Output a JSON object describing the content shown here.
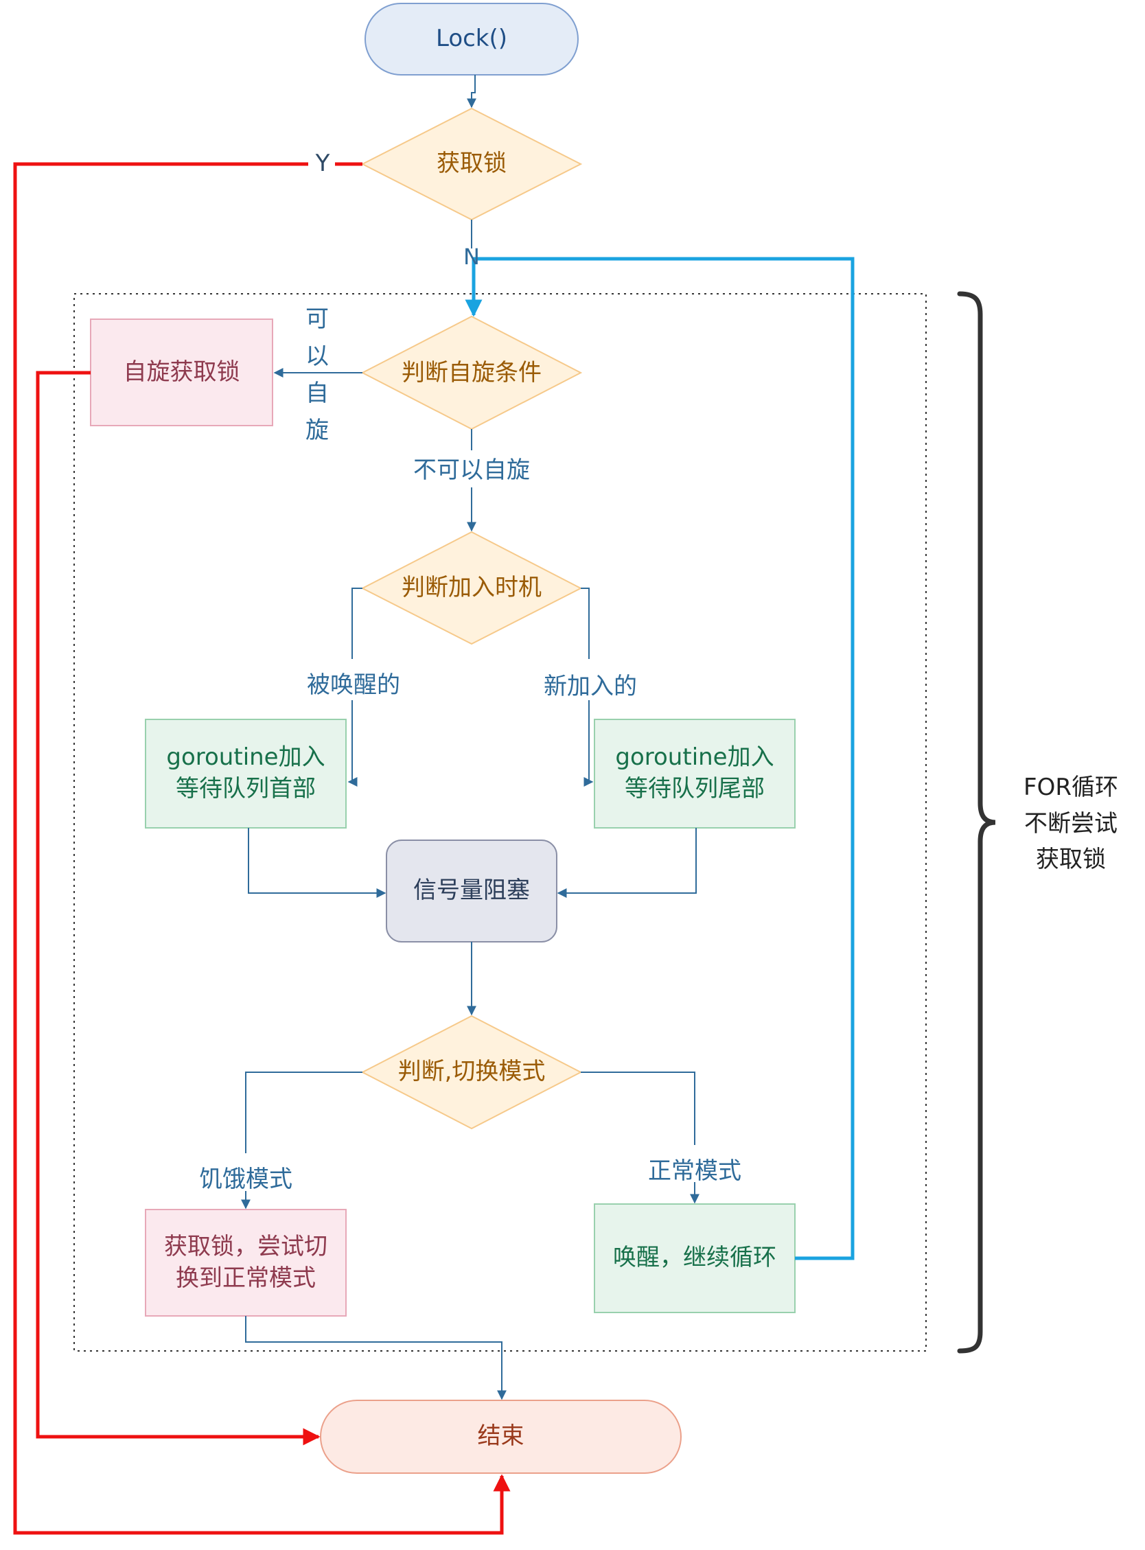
{
  "colors": {
    "flow_blue": "#2f6b9a",
    "cyan_loop": "#1aa3e0",
    "red_path": "#ee1111",
    "start_fill": "#e4ecf7",
    "start_stroke": "#7f9fd0",
    "start_text": "#1f4e86",
    "diamond_fill": "#fff2dd",
    "diamond_stroke": "#f6c98a",
    "diamond_text": "#9a5b06",
    "pink_fill": "#fbe9ee",
    "pink_stroke": "#e7a8b8",
    "pink_text": "#8e3a4e",
    "green_fill": "#e7f4ec",
    "green_stroke": "#98d0ad",
    "green_text": "#17704a",
    "gray_fill": "#e4e6ee",
    "gray_stroke": "#8a8fa6",
    "gray_text": "#2c3e5a",
    "end_fill": "#fdeae4",
    "end_stroke": "#eba08a",
    "end_text": "#9a3a1c",
    "label_text": "#2f6b9a",
    "brace": "#333333"
  },
  "nodes": {
    "start": "Lock()",
    "acquire": "获取锁",
    "spin_check": "判断自旋条件",
    "spin_acquire": "自旋获取锁",
    "join_check": "判断加入时机",
    "queue_head": {
      "line1": "goroutine加入",
      "line2": "等待队列首部"
    },
    "queue_tail": {
      "line1": "goroutine加入",
      "line2": "等待队列尾部"
    },
    "semaphore": "信号量阻塞",
    "mode_check": "判断,切换模式",
    "starving_action": {
      "line1": "获取锁，尝试切",
      "line2": "换到正常模式"
    },
    "normal_action": "唤醒，继续循环",
    "end": "结束"
  },
  "edge_labels": {
    "yes": "Y",
    "no": "N",
    "can_spin": [
      "可",
      "以",
      "自",
      "旋"
    ],
    "cannot_spin": "不可以自旋",
    "woken": "被唤醒的",
    "new_join": "新加入的",
    "starving": "饥饿模式",
    "normal": "正常模式"
  },
  "loop_note": {
    "line1": "FOR循环",
    "line2": "不断尝试",
    "line3": "获取锁"
  }
}
